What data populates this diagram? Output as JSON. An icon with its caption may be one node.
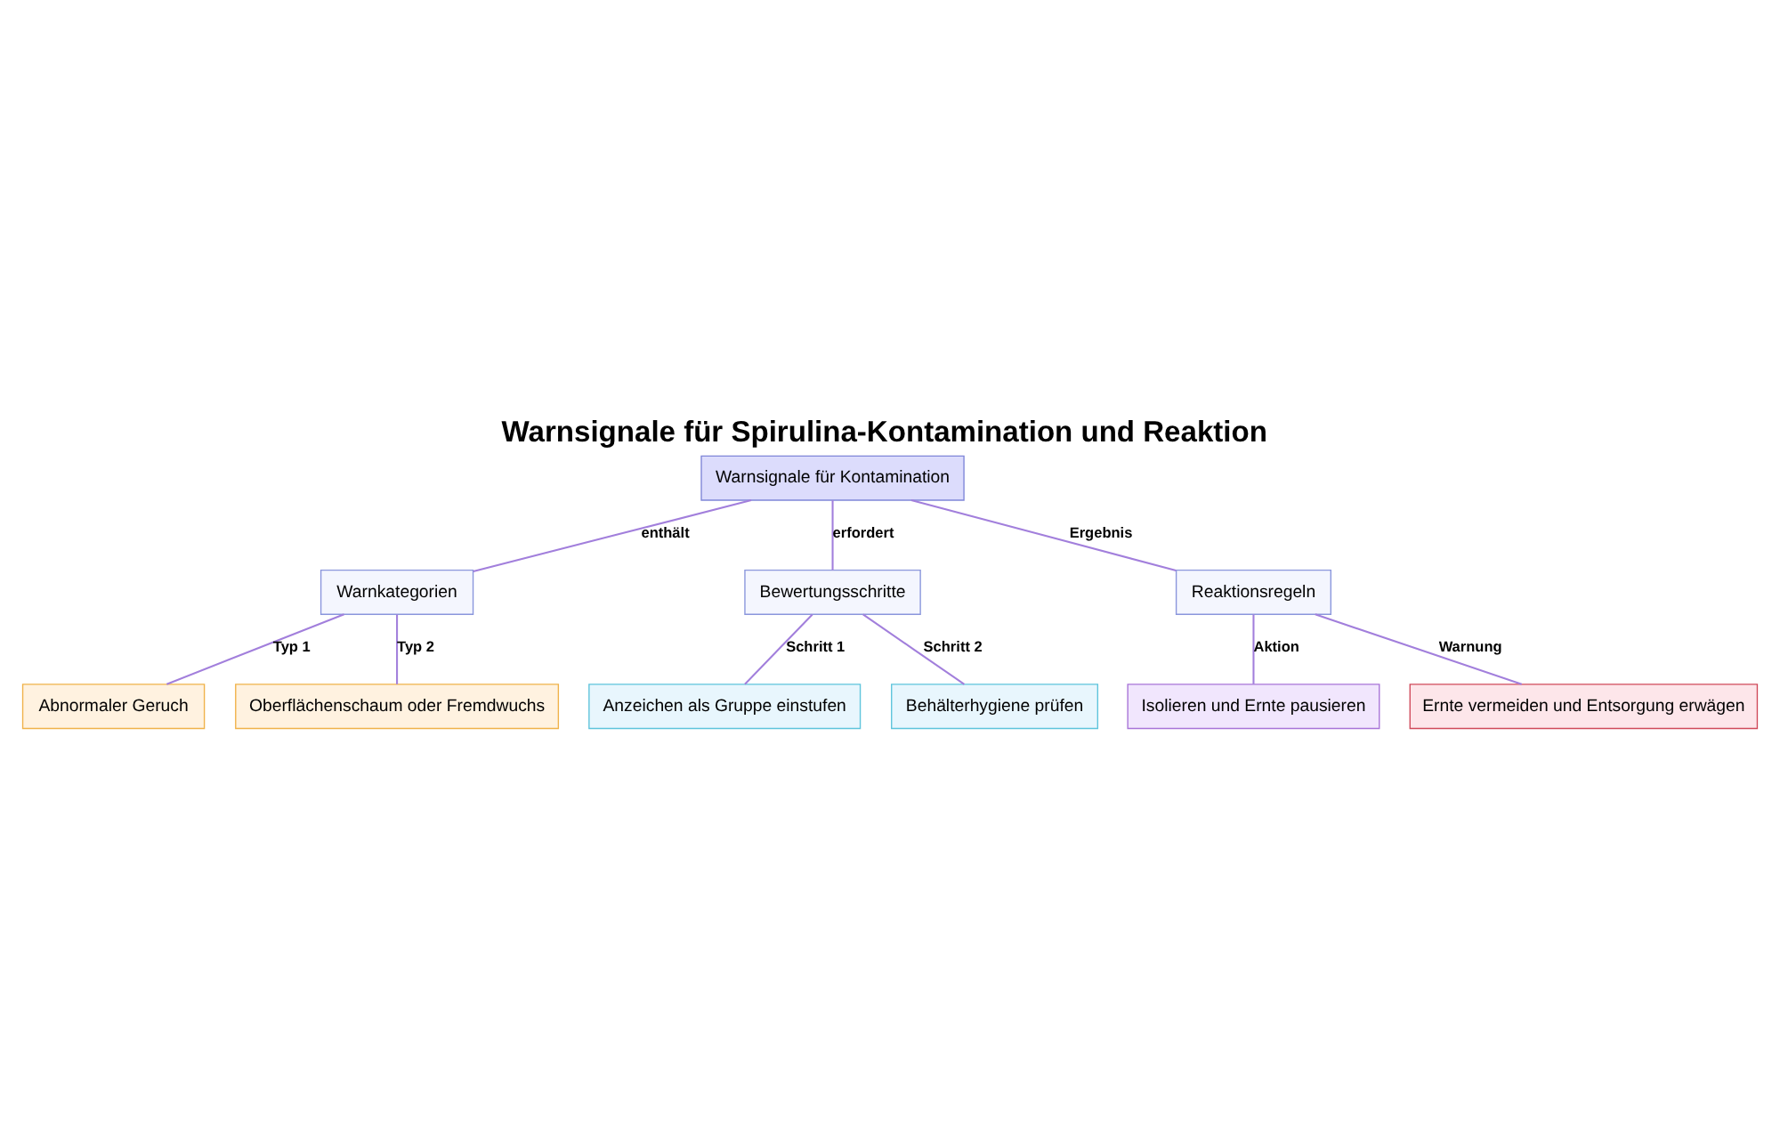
{
  "diagram": {
    "title": "Warnsignale für Spirulina-Kontamination und Reaktion",
    "nodes": [
      {
        "text": [
          "Warnsignale für Kontamination"
        ]
      },
      {
        "text": [
          "Warnkategorien"
        ]
      },
      {
        "text": [
          "Bewertungsschritte"
        ]
      },
      {
        "text": [
          "Reaktionsregeln"
        ]
      },
      {
        "text": [
          "Abnormaler Geruch"
        ]
      },
      {
        "text": [
          "Oberflächenschaum oder Fremdwuchs"
        ]
      },
      {
        "text": [
          "Anzeichen als Gruppe einstufen"
        ]
      },
      {
        "text": [
          "Behälterhygiene prüfen"
        ]
      },
      {
        "text": [
          "Isolieren und Ernte pausieren"
        ]
      },
      {
        "text": [
          "Ernte vermeiden und Entsorgung erwägen"
        ]
      }
    ],
    "edges": [
      {
        "from": 0,
        "to": 1,
        "arrow": "none",
        "label": "enthält"
      },
      {
        "from": 0,
        "to": 2,
        "arrow": "none",
        "label": "erfordert"
      },
      {
        "from": 0,
        "to": 3,
        "arrow": "none",
        "label": "Ergebnis"
      },
      {
        "from": 1,
        "to": 4,
        "arrow": "none",
        "label": "Typ 1"
      },
      {
        "from": 1,
        "to": 5,
        "arrow": "none",
        "label": "Typ 2"
      },
      {
        "from": 2,
        "to": 6,
        "arrow": "none",
        "label": "Schritt 1"
      },
      {
        "from": 2,
        "to": 7,
        "arrow": "none",
        "label": "Schritt 2"
      },
      {
        "from": 3,
        "to": 8,
        "arrow": "none",
        "label": "Aktion"
      },
      {
        "from": 3,
        "to": 9,
        "arrow": "none",
        "label": "Warnung"
      }
    ]
  }
}
